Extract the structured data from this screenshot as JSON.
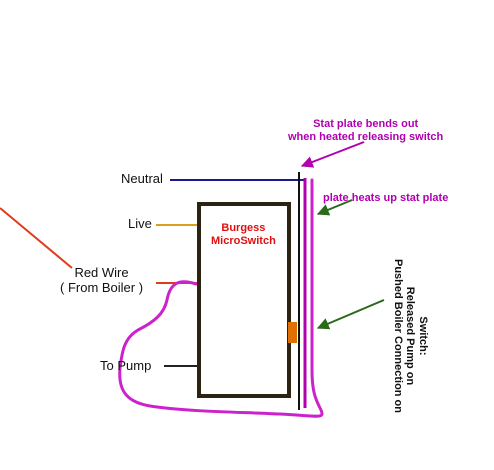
{
  "labels": {
    "neutral": "Neutral",
    "live": "Live",
    "red_wire_line1": "Red Wire",
    "red_wire_line2": "( From Boiler )",
    "to_pump": "To Pump",
    "microswitch_line1": "Burgess",
    "microswitch_line2": "MicroSwitch",
    "stat_plate_bend_line1": "Stat plate bends out",
    "stat_plate_bend_line2": "when heated releasing switch",
    "plate_heats": "plate heats up stat plate",
    "switch_note_line1": "Switch:",
    "switch_note_line2": "Released Pump on",
    "switch_note_line3": "Pushed Boiler Connection on"
  },
  "colors": {
    "neutral_wire": "#1a1a8c",
    "live_wire": "#d9a020",
    "red_wire": "#e03a1a",
    "pump_wire": "#222222",
    "switch_body": "#2b2212",
    "stat_plate": "#b000b0",
    "loop_wire": "#cc22cc",
    "arrow": "#2a6a1a",
    "switch_button": "#e07000",
    "contact_bar": "#111111"
  }
}
